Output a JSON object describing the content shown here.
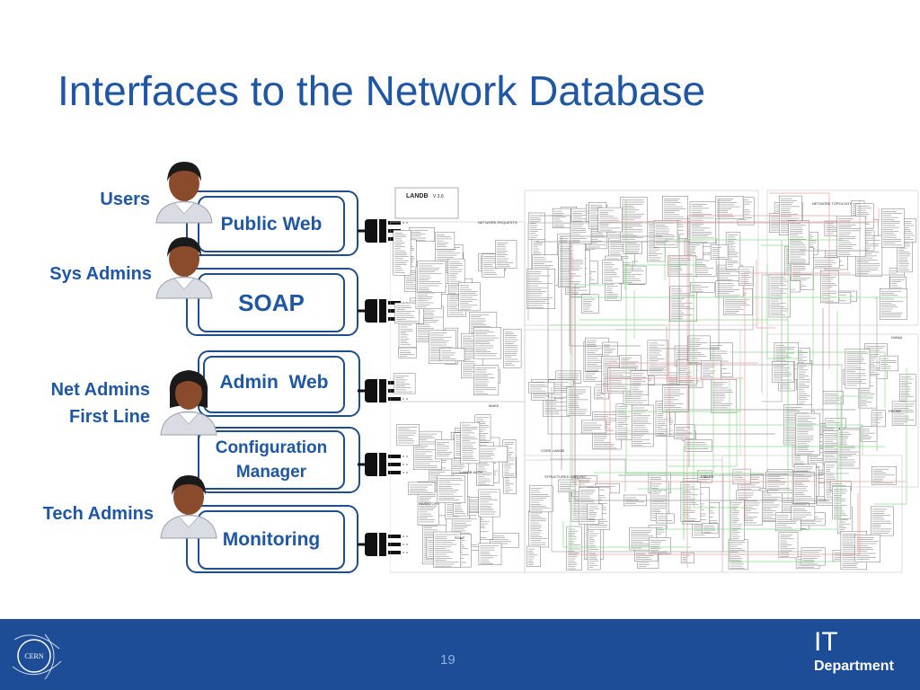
{
  "slide": {
    "title": "Interfaces to the Network Database",
    "page_number": "19"
  },
  "roles": {
    "users": "Users",
    "sys_admins": "Sys Admins",
    "net_admins": "Net Admins",
    "first_line": "First Line",
    "tech_admins": "Tech Admins"
  },
  "interfaces": {
    "public_web": "Public Web",
    "soap": "SOAP",
    "admin_web": "Admin  Web",
    "config_line1": "Configuration",
    "config_line2": "Manager",
    "monitoring": "Monitoring"
  },
  "footer": {
    "logo_text": "CERN",
    "it": "IT",
    "department": "Department"
  },
  "schema": {
    "title": "LANDB",
    "version": "V 2.6",
    "sections": [
      "NETWORK REQUESTS",
      "NETWORK TOPOLOGY",
      "MAKE",
      "CORE LANDB",
      "LANDB AUTH",
      "INVENTORY",
      "SOAP",
      "STRUCTURED CABLING",
      "FIBERS",
      "DIANA",
      "PHONE"
    ]
  },
  "colors": {
    "title_blue": "#1f57a4",
    "footer_blue": "#1d4d96",
    "box_border": "#1f4e8c"
  }
}
